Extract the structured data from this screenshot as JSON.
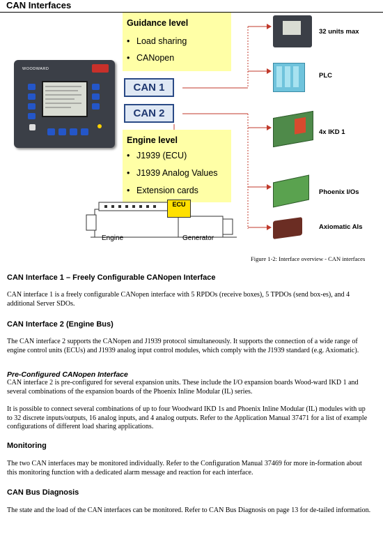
{
  "page_title": "CAN Interfaces",
  "figure": {
    "guidance": {
      "title": "Guidance level",
      "items": [
        "Load sharing",
        "CANopen"
      ]
    },
    "can_labels": [
      "CAN 1",
      "CAN 2"
    ],
    "engine_level": {
      "title": "Engine level",
      "items": [
        "J1939 (ECU)",
        "J1939 Analog Values",
        "Extension cards"
      ]
    },
    "controller_brand": "WOODWARD",
    "ecu_label": "ECU",
    "engine_label": "Engine",
    "generator_label": "Generator",
    "devices": [
      "32 units max",
      "PLC",
      "4x IKD 1",
      "Phoenix I/Os",
      "Axiomatic AIs"
    ],
    "caption": "Figure 1-2: Interface overview - CAN interfaces"
  },
  "sections": {
    "can1": {
      "heading": "CAN Interface 1 – Freely Configurable CANopen Interface",
      "paragraph": "CAN interface 1 is a freely configurable CANopen interface with 5 RPDOs (receive boxes), 5 TPDOs (send box-es), and 4 additional Server SDOs."
    },
    "can2": {
      "heading": "CAN Interface 2 (Engine Bus)",
      "paragraph": "The CAN interface 2 supports the CANopen and J1939 protocol simultaneously. It supports the connection of a wide range of engine control units (ECUs) and J1939 analog input control modules, which comply with the J1939 standard (e.g. Axiomatic).",
      "subheading": "Pre-Configured CANopen Interface",
      "sub_paragraph_1": "CAN interface 2 is pre-configured for several expansion units. These include the I/O expansion boards Wood-ward IKD 1 and several combinations of the expansion boards of the Phoenix Inline Modular (IL) series.",
      "sub_paragraph_2": "It is possible to connect several combinations of up to four Woodward IKD 1s and Phoenix Inline Modular (IL) modules with up to 32 discrete inputs/outputs, 16 analog inputs, and 4 analog outputs. Refer to the Application Manual 37471 for a list of example configurations of different load sharing applications."
    },
    "monitoring": {
      "heading": "Monitoring",
      "paragraph": "The two CAN interfaces may be monitored individually. Refer to the Configuration Manual 37469 for more in-formation about this monitoring function with a dedicated alarm message and reaction for each interface."
    },
    "diagnosis": {
      "heading": "CAN Bus Diagnosis",
      "paragraph": "The state and the load of the CAN interfaces can be monitored. Refer to CAN Bus Diagnosis on page 13 for de-tailed information."
    }
  },
  "colors": {
    "level_box": "#ffffa6",
    "can_box_border": "#2a4a86",
    "link_line": "#c0392b",
    "controller_body": "#3b3f47",
    "controller_button": "#2456c8"
  }
}
